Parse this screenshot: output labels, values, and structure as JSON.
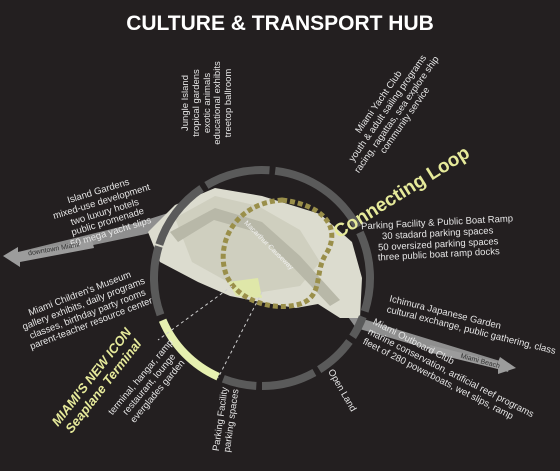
{
  "title": "CULTURE & TRANSPORT HUB",
  "colors": {
    "background": "#231f20",
    "ring": "#5a5a5a",
    "ring_highlight": "#e6f0b0",
    "accent_text": "#e6ea9a",
    "loop": "#9a8f4a",
    "site": "#dcdccf"
  },
  "labels": {
    "jungle": [
      "Jungle Island",
      "tropical gardens",
      "exotic animals",
      "educational exhibits",
      "treetop ballroom"
    ],
    "yacht": [
      "Miami Yacht Club",
      "youth & adult sailing programs",
      "racing, ragattas, sea explore ship",
      "community service"
    ],
    "connecting_loop": "Connecting Loop",
    "parking_ramp": [
      "Parking Facility & Public Boat Ramp",
      "30 stadard parking spaces",
      "50 oversized parking spaces",
      "three public boat ramp docks"
    ],
    "ichimura": [
      "Ichimura Japanese Garden",
      "cultural exchange, public gathering, class"
    ],
    "outboard": [
      "Miami Outboard Club",
      "marine conservation, artificial reef programs",
      "fleet of 280 powerboats, wet slips, ramp"
    ],
    "open_land": "Open Land",
    "parking_facility": [
      "Parking Facility",
      "parking spaces"
    ],
    "seaplane": [
      "terminal, hangar, ramp",
      "restaurant, lounge",
      "everglades garden"
    ],
    "new_icon": [
      "MIAMI'S NEW ICON",
      "Seaplane Terminal"
    ],
    "childrens": [
      "Miami Children's Museum",
      "gallery exhibits, daily programs",
      "classes, birthday party rooms",
      "parent-teacher resource center"
    ],
    "island_gardens": [
      "Island Gardens",
      "mixed-use development",
      "two luxury hotels",
      "public promenade",
      "50 mega yacht slips"
    ],
    "downtown": "downtown Miami",
    "miami_beach": "Miami Beach",
    "causeway": "Macarthur Causeway"
  }
}
